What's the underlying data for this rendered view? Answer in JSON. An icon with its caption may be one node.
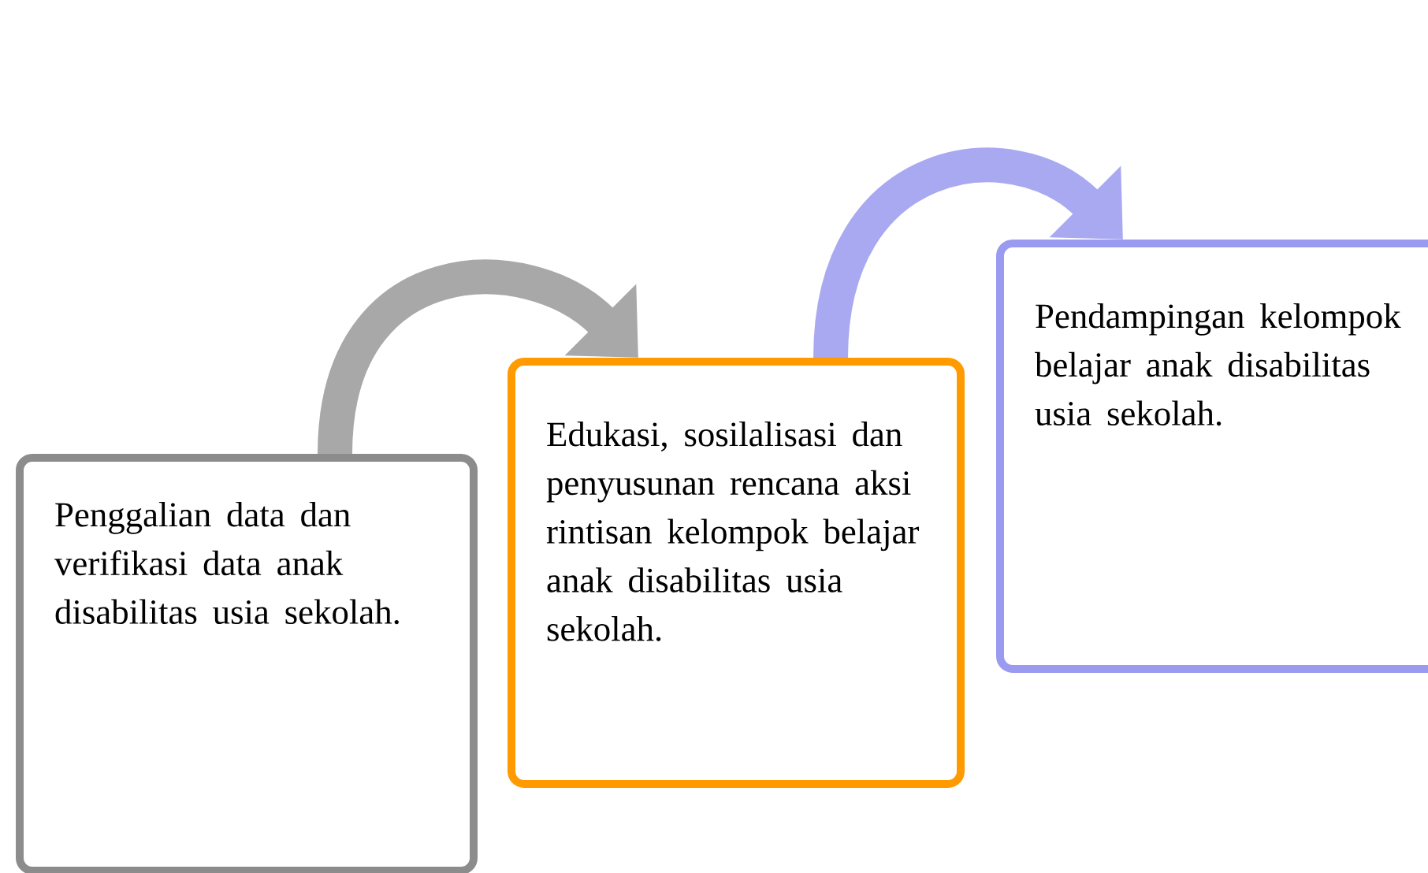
{
  "diagram": {
    "nodes": [
      {
        "text": [
          "Penggalian data dan verifikasi data anak disabilitas usia sekolah."
        ]
      },
      {
        "text": [
          "Edukasi, sosilalisasi dan penyusunan rencana aksi rintisan kelompok belajar anak disabilitas usia sekolah."
        ]
      },
      {
        "text": [
          "Pendampingan kelompok belajar anak disabilitas usia sekolah."
        ]
      }
    ],
    "edges": [
      {
        "from": 0,
        "to": 1,
        "arrow": "to",
        "color": "#a8a8a8"
      },
      {
        "from": 1,
        "to": 2,
        "arrow": "to",
        "color": "#a9a9f2"
      }
    ]
  }
}
